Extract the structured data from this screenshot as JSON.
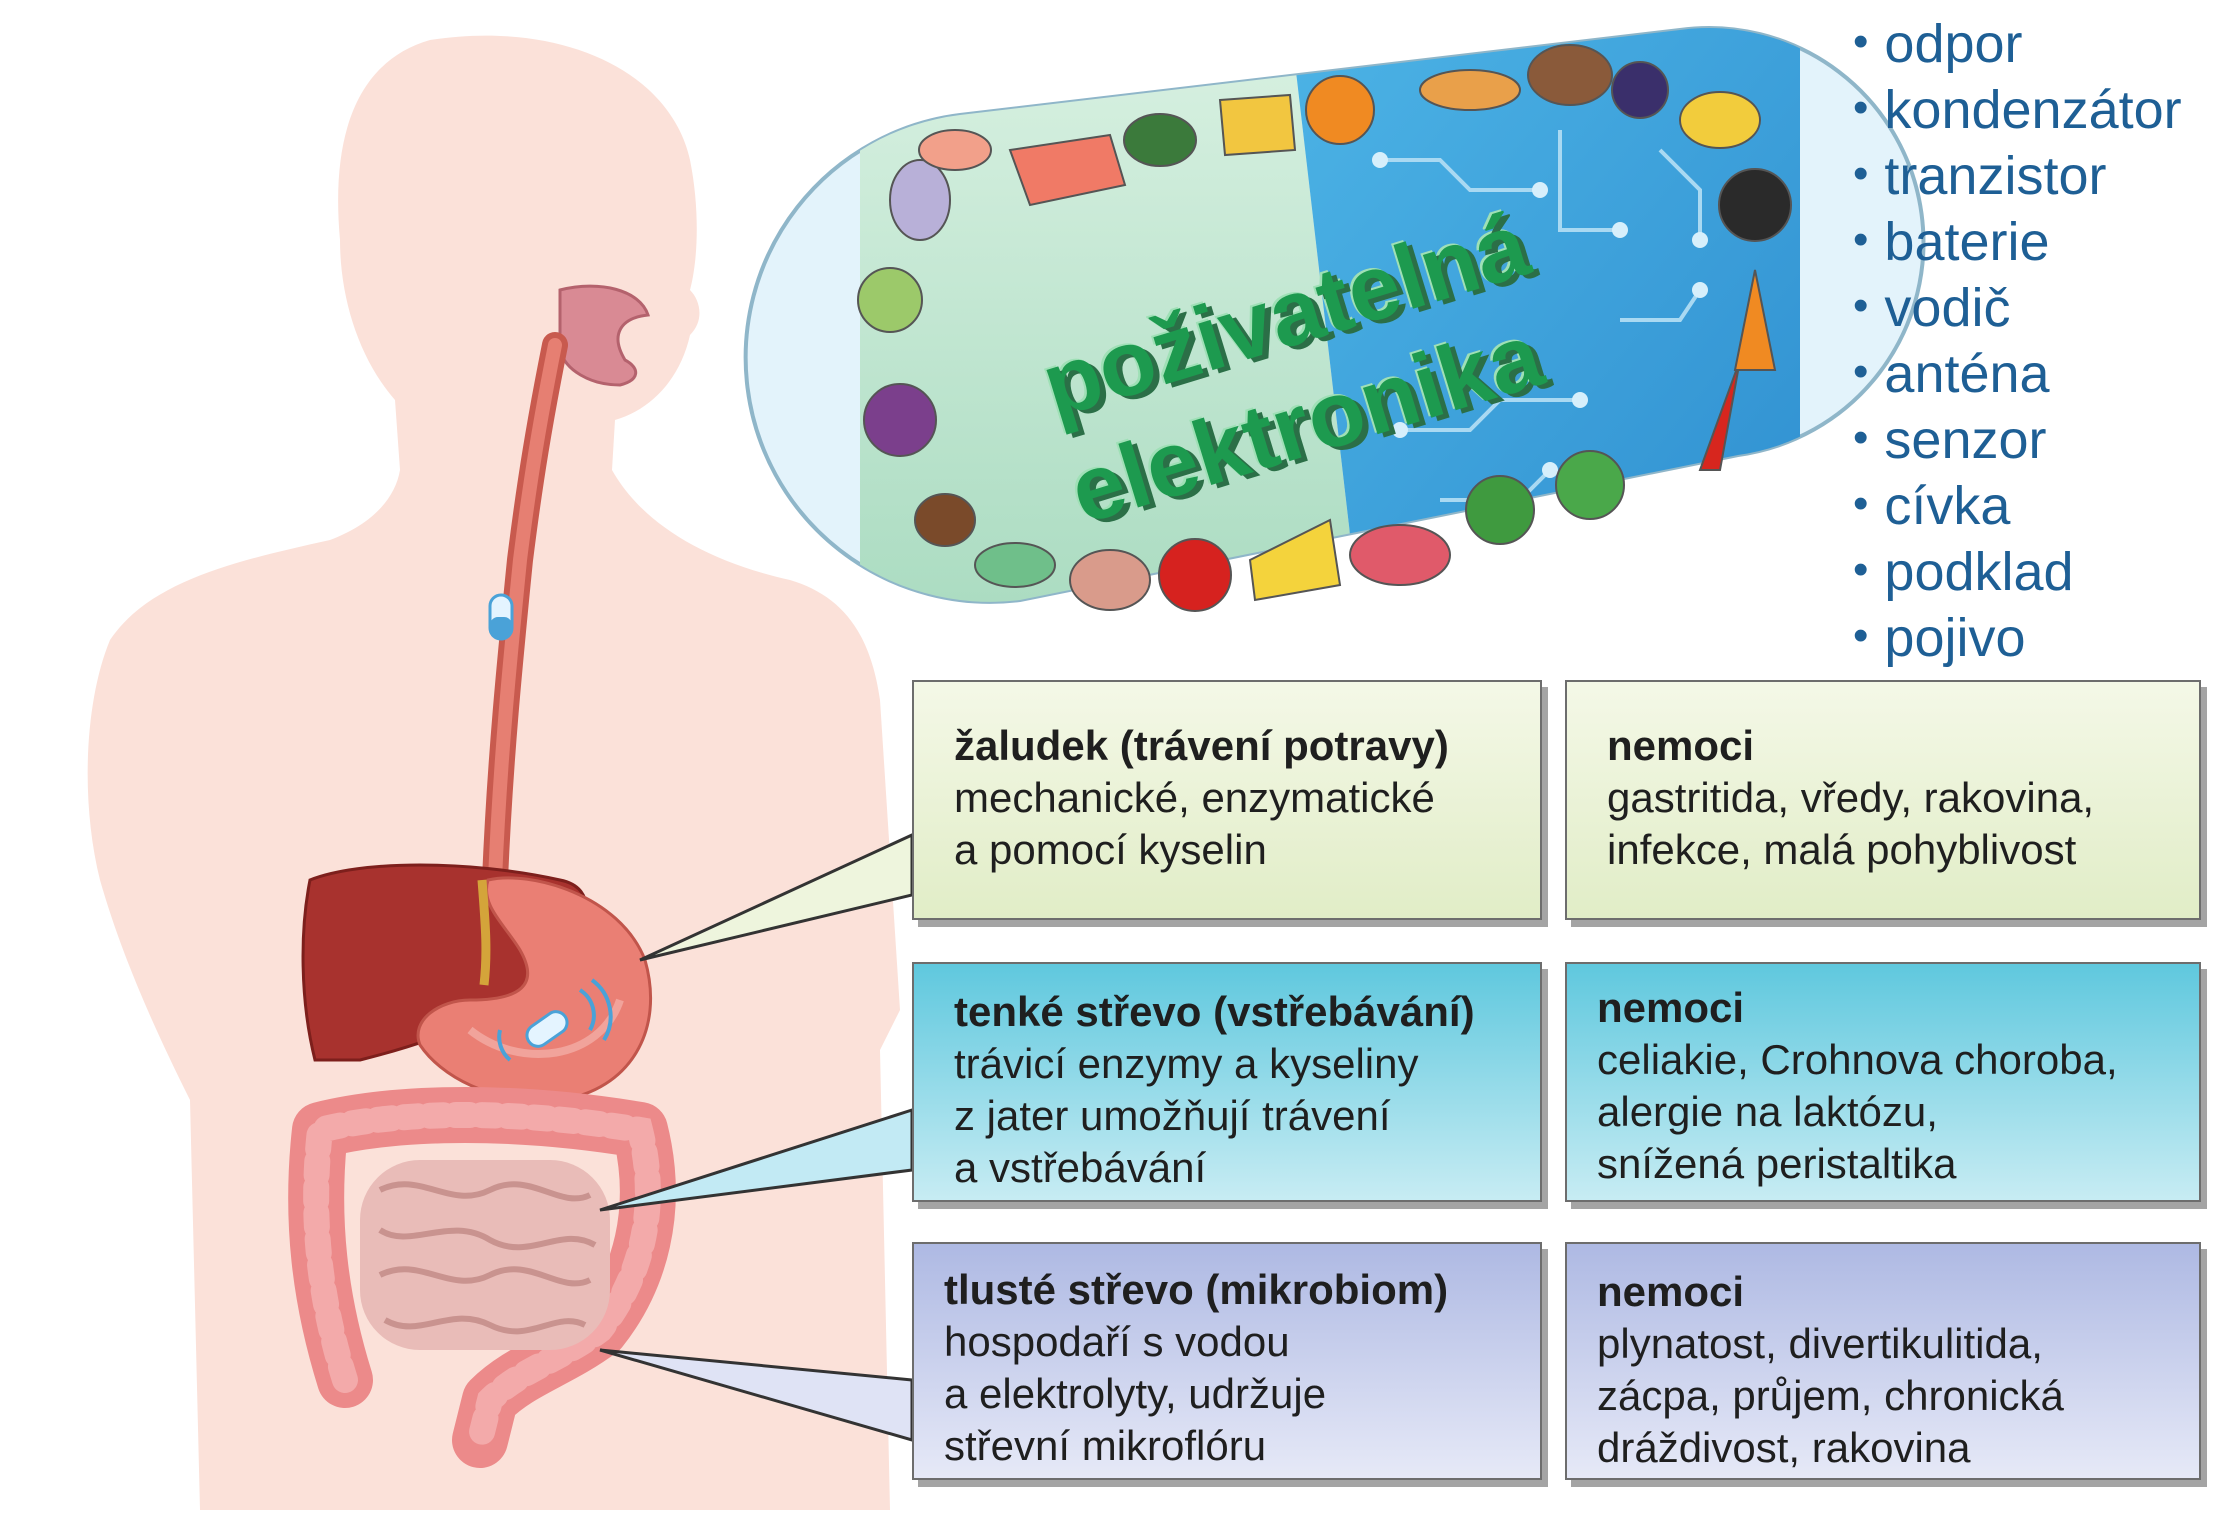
{
  "title": {
    "line1": "poživatelná",
    "line2": "elektronika"
  },
  "components": [
    "odpor",
    "kondenzátor",
    "tranzistor",
    "baterie",
    "vodič",
    "anténa",
    "senzor",
    "cívka",
    "podklad",
    "pojivo"
  ],
  "organs": [
    {
      "heading": "žaludek (trávení potravy)",
      "lines": [
        "mechanické, enzymatické",
        "a pomocí kyselin"
      ],
      "disease_heading": "nemoci",
      "disease_lines": [
        "gastritida, vředy, rakovina,",
        "infekce, malá pohyblivost"
      ]
    },
    {
      "heading": "tenké střevo (vstřebávání)",
      "lines": [
        "trávicí enzymy a kyseliny",
        "z jater umožňují trávení",
        "a vstřebávání"
      ],
      "disease_heading": "nemoci",
      "disease_lines": [
        "celiakie, Crohnova choroba,",
        "alergie na laktózu,",
        "snížená peristaltika"
      ]
    },
    {
      "heading": "tlusté střevo (mikrobiom)",
      "lines": [
        "hospodaří s vodou",
        "a elektrolyty, udržuje",
        "střevní mikroflóru"
      ],
      "disease_heading": "nemoci",
      "disease_lines": [
        "plynatost, divertikulitida,",
        "zácpa, průjem, chronická",
        "dráždivost, rakovina"
      ]
    }
  ],
  "colors": {
    "body_skin": "#fbe1d9",
    "pill_green": "#bfe6cf",
    "pill_blue": "#3aa3dc",
    "title_green": "#1d9a4f",
    "list_blue": "#1e5f95",
    "stomach_box": "#e1edc7",
    "small_intestine_box": "#5fc8de",
    "large_intestine_box": "#aeb9e3"
  }
}
